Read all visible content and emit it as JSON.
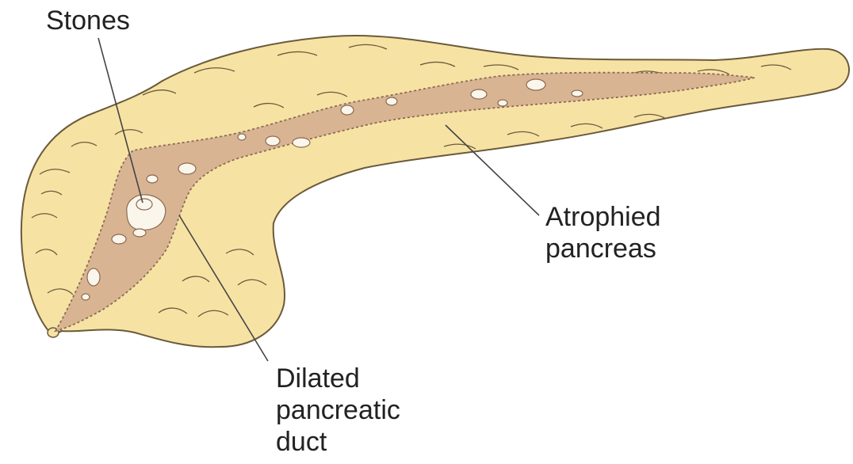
{
  "labels": {
    "stones": "Stones",
    "atrophied": [
      "Atrophied",
      "pancreas"
    ],
    "duct": [
      "Dilated",
      "pancreatic",
      "duct"
    ]
  },
  "colors": {
    "pancreas_fill": "#F6E3A4",
    "pancreas_outline": "#6B5A3A",
    "duct_fill": "#D9B493",
    "duct_outline": "#8A6A52",
    "stone_fill": "#FBF6EC",
    "leader_line": "#444444",
    "label_text": "#222222"
  }
}
